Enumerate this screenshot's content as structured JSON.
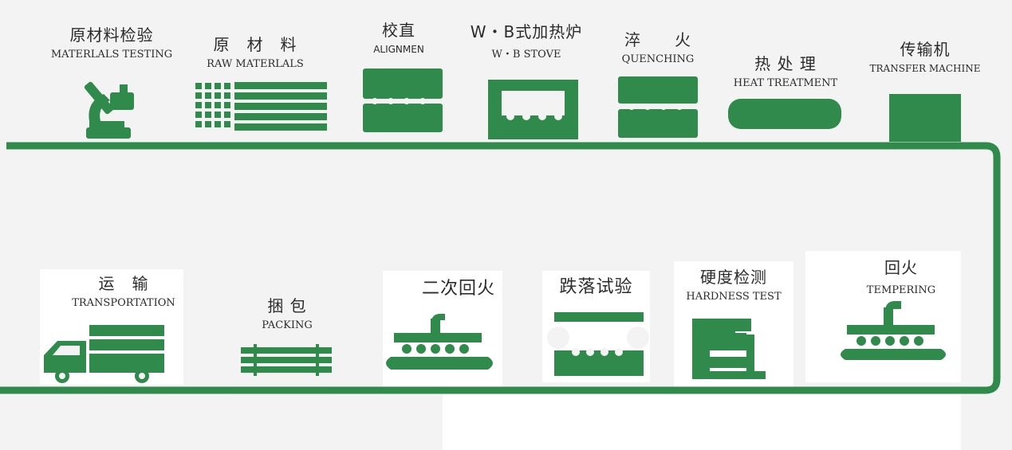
{
  "colors": {
    "process_green": "#2f8a4c",
    "background": "#f2f3f2"
  },
  "steps": [
    {
      "id": "materials-testing",
      "cn": "原材料检验",
      "en": "MATERLALS TESTING",
      "icon": "microscope-icon"
    },
    {
      "id": "raw-materials",
      "cn": "原　材　料",
      "en": "RAW  MATERLALS",
      "icon": "raw-materials-icon"
    },
    {
      "id": "alignment",
      "cn": "校直",
      "en": "ALIGNMEN",
      "icon": "straightening-press-icon"
    },
    {
      "id": "wb-stove",
      "cn": "W・B式加热炉",
      "en": "W・B STOVE",
      "icon": "heating-furnace-icon"
    },
    {
      "id": "quenching",
      "cn": "淬　　火",
      "en": "QUENCHING",
      "icon": "quenching-machine-icon"
    },
    {
      "id": "heat-treatment",
      "cn": "热 处 理",
      "en": "HEAT TREATMENT",
      "icon": "heat-treatment-icon"
    },
    {
      "id": "transfer-machine",
      "cn": "传输机",
      "en": "TRANSFER MACHINE",
      "icon": "transfer-machine-icon"
    },
    {
      "id": "tempering",
      "cn": "回火",
      "en": "TEMPERING",
      "icon": "tempering-furnace-icon"
    },
    {
      "id": "hardness-test",
      "cn": "硬度检测",
      "en": "HARDNESS TEST",
      "icon": "hardness-tester-icon"
    },
    {
      "id": "drop-test",
      "cn": "跌落试验",
      "en": "",
      "icon": "drop-test-icon"
    },
    {
      "id": "second-tempering",
      "cn": "二次回火",
      "en": "",
      "icon": "second-tempering-furnace-icon"
    },
    {
      "id": "packing",
      "cn": "捆 包",
      "en": "PACKING",
      "icon": "bundle-icon"
    },
    {
      "id": "transportation",
      "cn": "运　输",
      "en": "TRANSPORTATION",
      "icon": "truck-icon"
    }
  ]
}
